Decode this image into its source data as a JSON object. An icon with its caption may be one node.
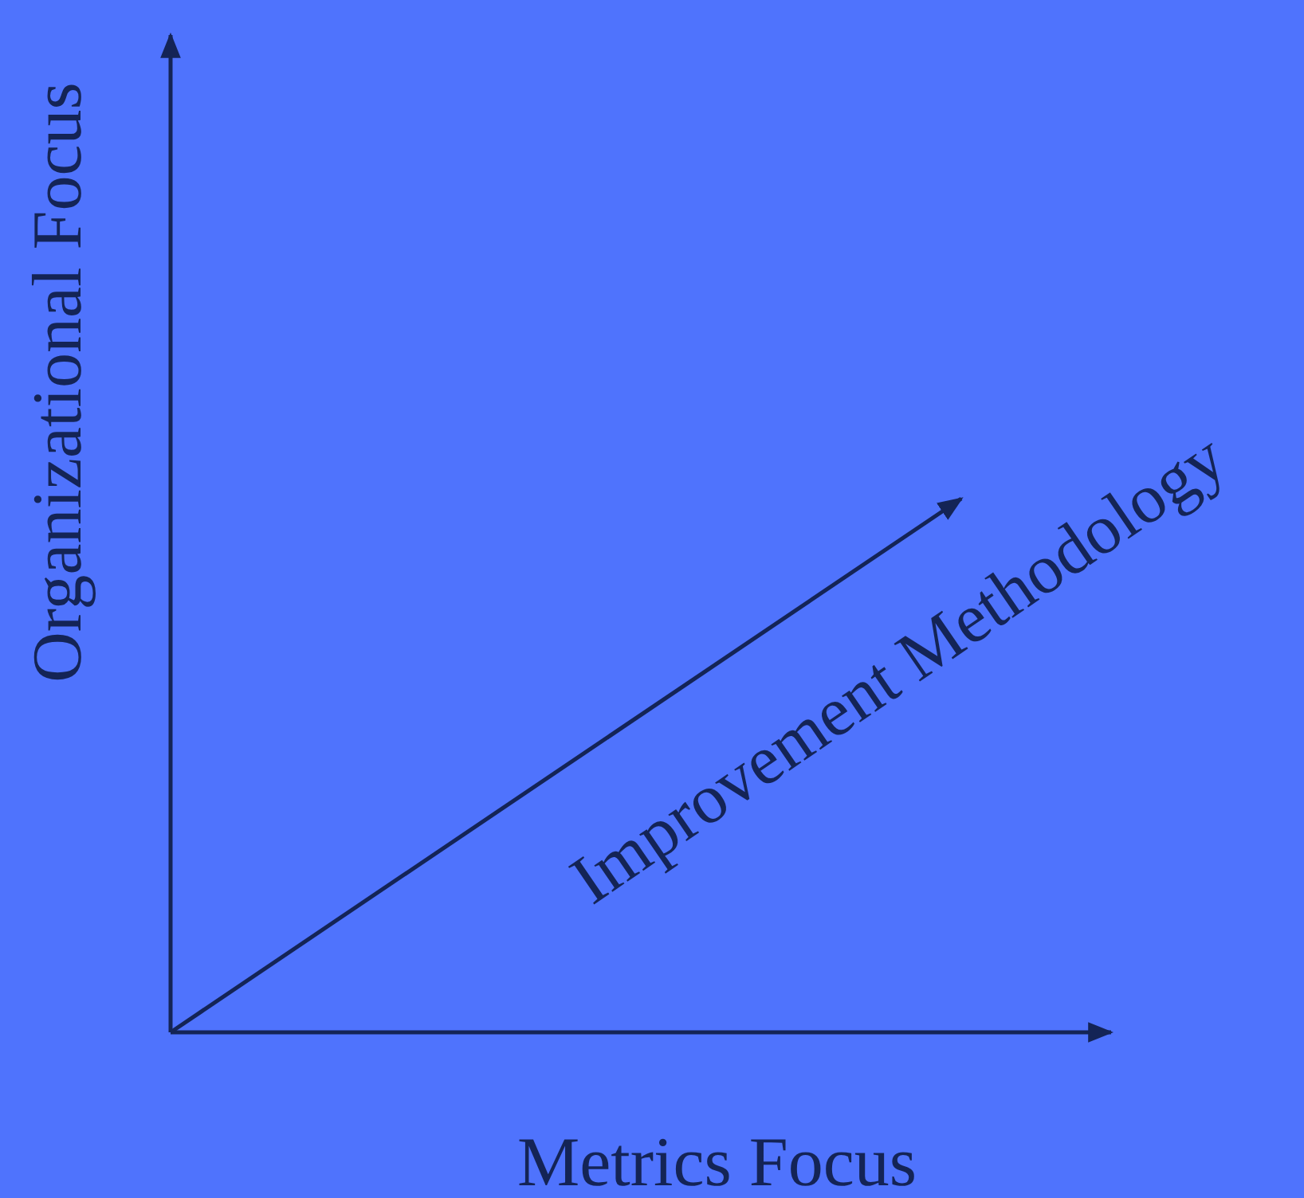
{
  "diagram": {
    "labels": [
      "Organizational Focus",
      "Improvement Methodology",
      "Metrics Focus"
    ]
  }
}
